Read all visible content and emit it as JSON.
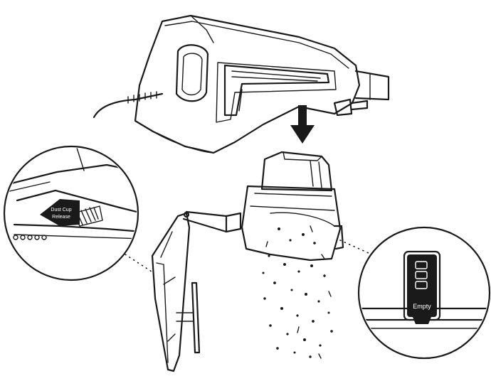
{
  "callouts": {
    "release_button_label_line1": "Dust Cup",
    "release_button_label_line2": "Release",
    "indicator_label": "Empty"
  },
  "colors": {
    "line": "#1a1a1a",
    "background": "#ffffff",
    "button_fill": "#1a1a1a",
    "button_text": "#ffffff"
  },
  "icons": {
    "direction_arrow": "down-arrow-icon"
  }
}
